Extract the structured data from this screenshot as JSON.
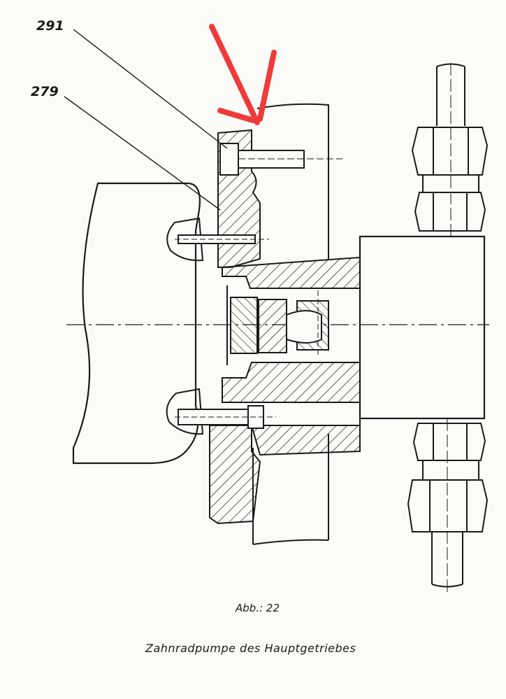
{
  "callouts": [
    {
      "id": "291",
      "label": "291"
    },
    {
      "id": "279",
      "label": "279"
    }
  ],
  "figure": {
    "number": "Abb.: 22",
    "caption": "Zahnradpumpe des Hauptgetriebes"
  },
  "annotation": {
    "color": "#f03a3a",
    "icon": "red-arrow-annotation"
  },
  "colors": {
    "ink": "#1a1a1a",
    "paper": "#fbfbf8"
  }
}
